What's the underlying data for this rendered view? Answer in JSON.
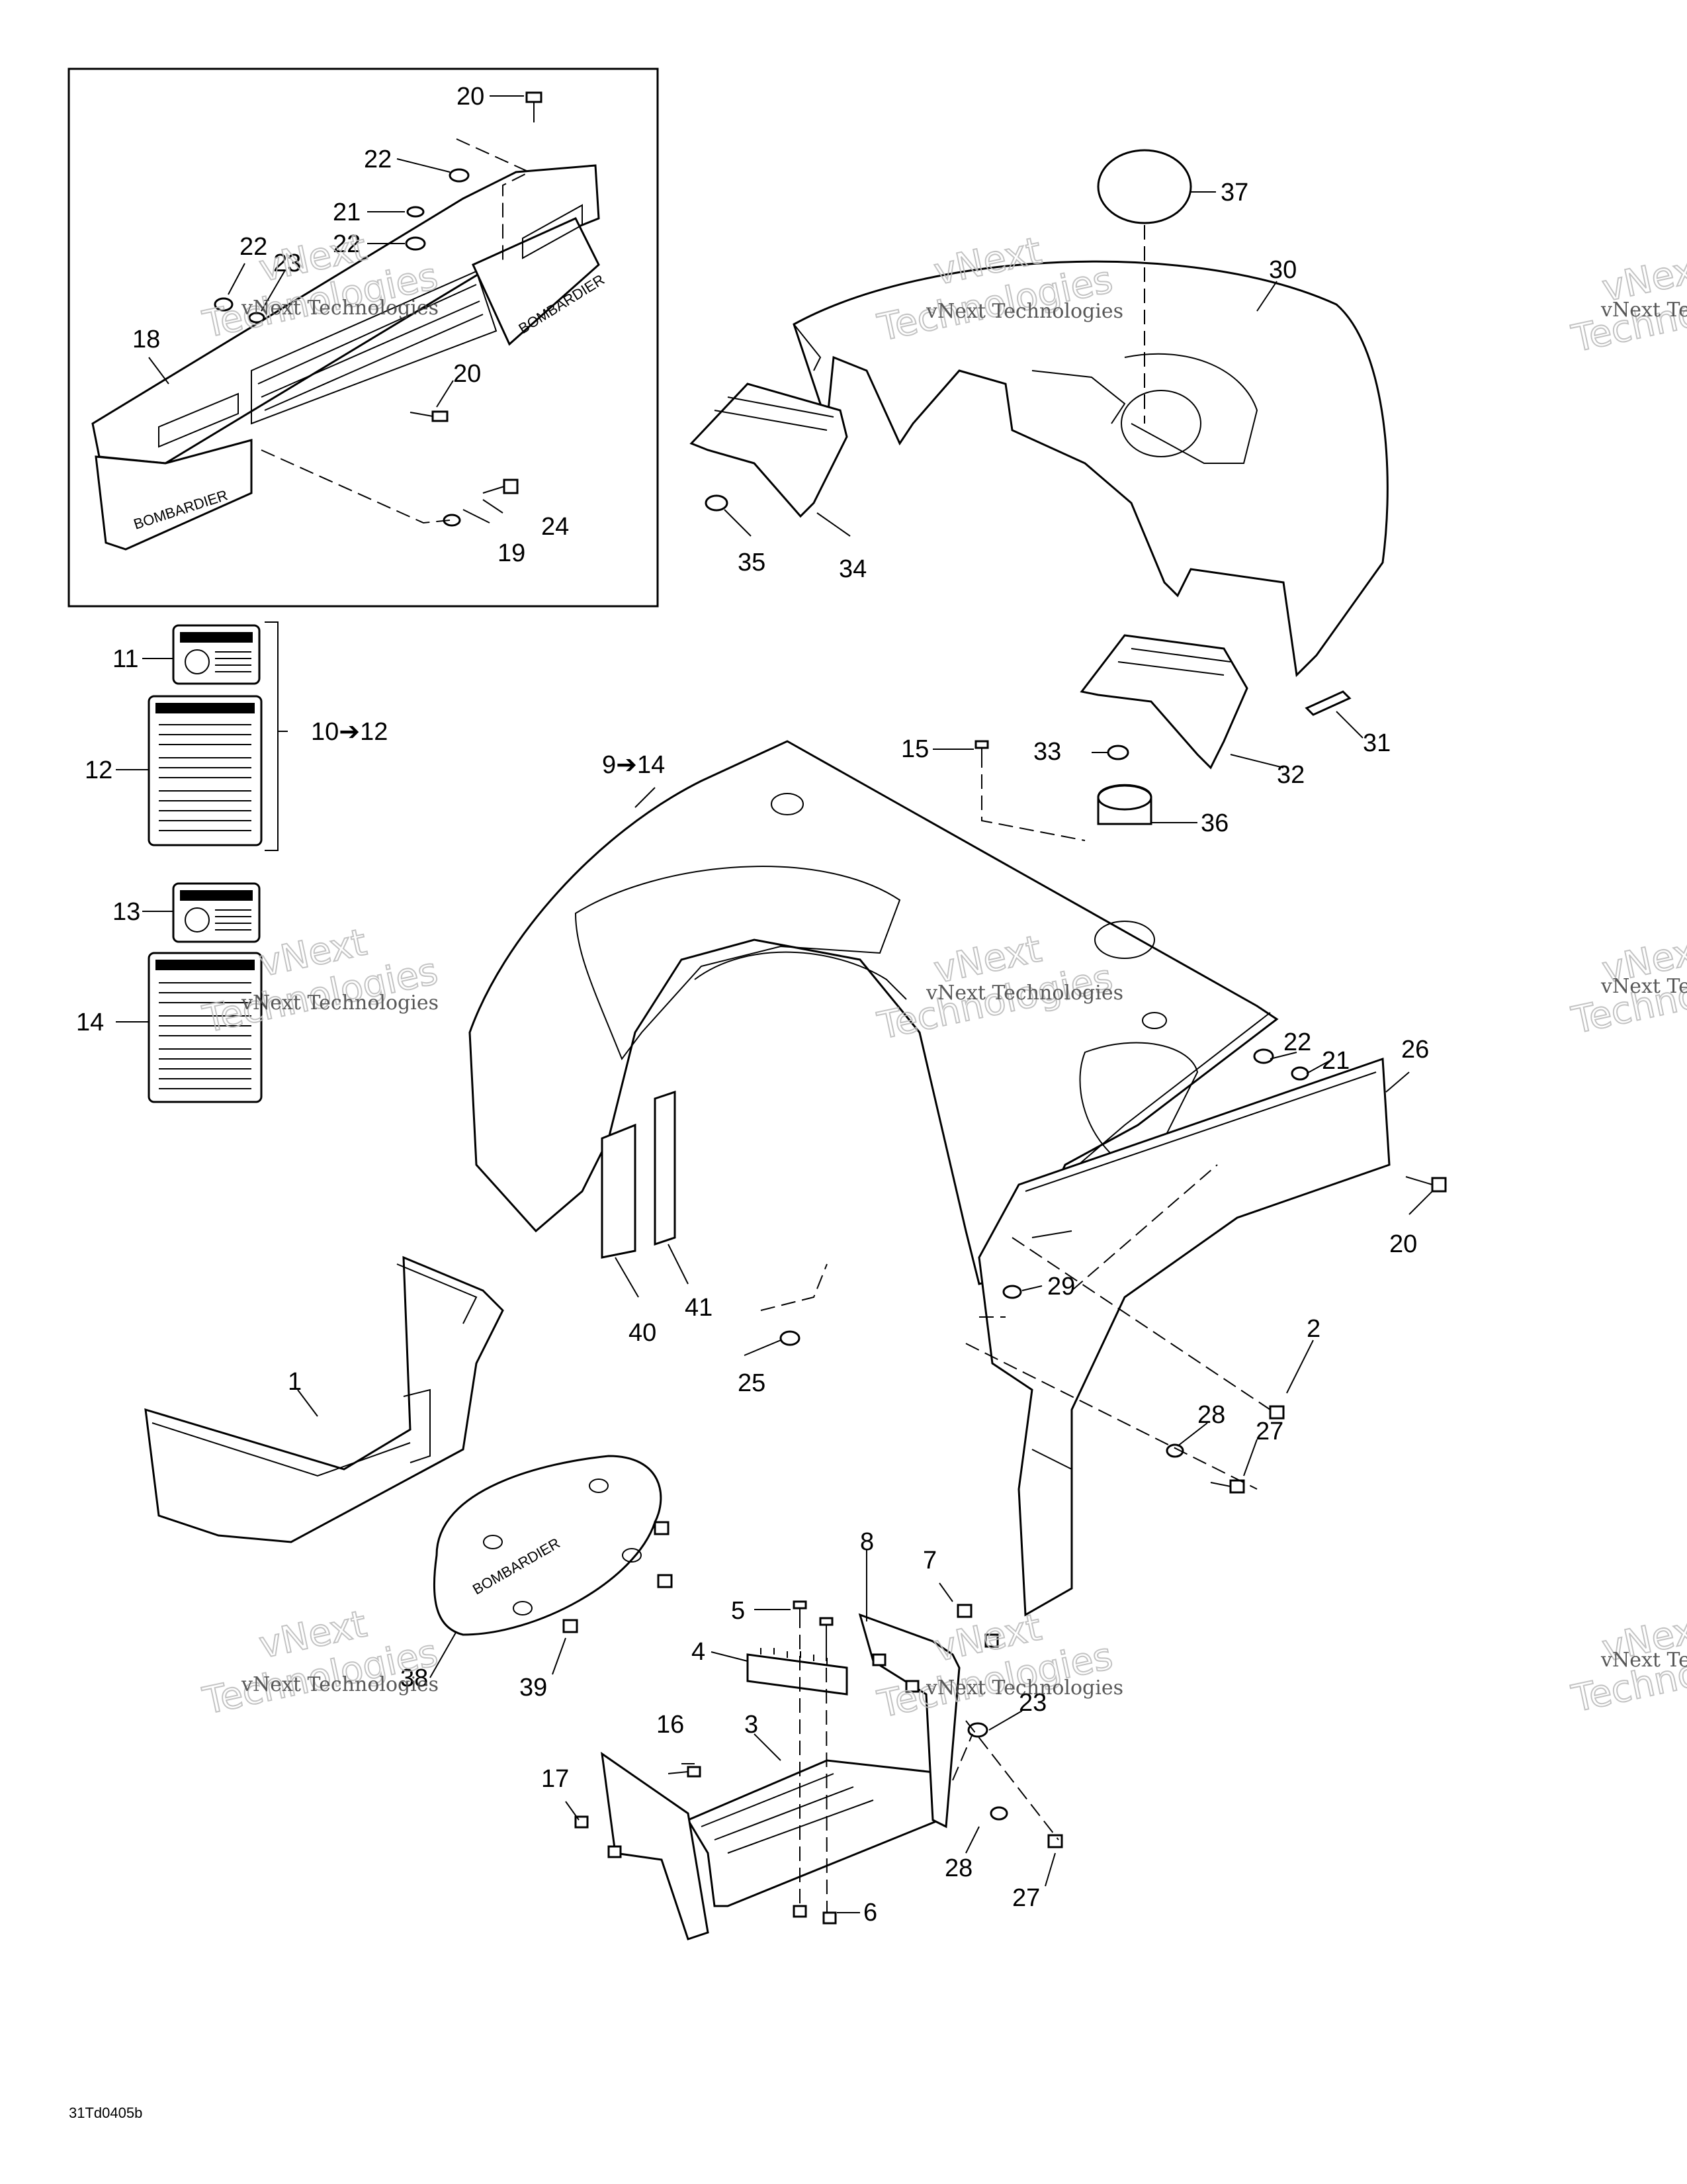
{
  "diagram": {
    "reference_code": "31Td0405b",
    "watermark_line1": "vNext Technologies",
    "watermark_line2": "Technologies",
    "watermark_brand": "vNext",
    "brand_mark": "BOMBARDIER",
    "callouts": {
      "c1": "1",
      "c2": "2",
      "c3": "3",
      "c4": "4",
      "c5": "5",
      "c6": "6",
      "c7": "7",
      "c8": "8",
      "c9_14": "9➔14",
      "c10_12": "10➔12",
      "c11": "11",
      "c12": "12",
      "c13": "13",
      "c14": "14",
      "c15": "15",
      "c16": "16",
      "c17": "17",
      "c18": "18",
      "c19": "19",
      "c20a": "20",
      "c20b": "20",
      "c20c": "20",
      "c21a": "21",
      "c21b": "21",
      "c22a": "22",
      "c22b": "22",
      "c22c": "22",
      "c22d": "22",
      "c23a": "23",
      "c23b": "23",
      "c24": "24",
      "c25": "25",
      "c26": "26",
      "c27a": "27",
      "c27b": "27",
      "c28a": "28",
      "c28b": "28",
      "c29": "29",
      "c30": "30",
      "c31": "31",
      "c32": "32",
      "c33": "33",
      "c34": "34",
      "c35": "35",
      "c36": "36",
      "c37": "37",
      "c38": "38",
      "c39": "39",
      "c40": "40",
      "c41": "41"
    }
  }
}
